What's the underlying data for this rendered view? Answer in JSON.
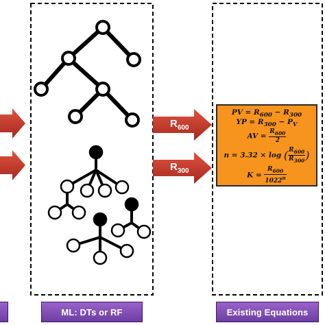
{
  "panels": {
    "left_label": "",
    "ml_label": "ML: DTs or RF",
    "existing_label": "Existing Equations"
  },
  "arrows": {
    "r600": {
      "main": "R",
      "sub": "600"
    },
    "r300": {
      "main": "R",
      "sub": "300"
    }
  },
  "equations": {
    "pv": {
      "lhs": "PV",
      "rhs": "R",
      "rhs_sub": "600",
      "minus": "R",
      "minus_sub": "300"
    },
    "yp": {
      "lhs": "YP",
      "rhs": "R",
      "rhs_sub": "300",
      "minus": "P",
      "minus_sub": "V"
    },
    "av": {
      "lhs": "AV",
      "num": "R",
      "num_sub": "600",
      "den": "2"
    },
    "n": {
      "lhs": "n",
      "coef": "3.32",
      "func": "log",
      "num": "R",
      "num_sub": "600",
      "den": "R",
      "den_sub": "300"
    },
    "k": {
      "lhs": "K",
      "num": "R",
      "num_sub": "600",
      "den": "1022",
      "den_sup": "n"
    }
  },
  "colors": {
    "arrow": "#c0392b",
    "equation_box": "#f7941e",
    "label_box": "#7b47b3",
    "node_fill": "#ffffff",
    "node_dark": "#000000"
  },
  "icons": {
    "decision_tree": "decision-tree-icon",
    "random_forest": "random-forest-icon"
  }
}
